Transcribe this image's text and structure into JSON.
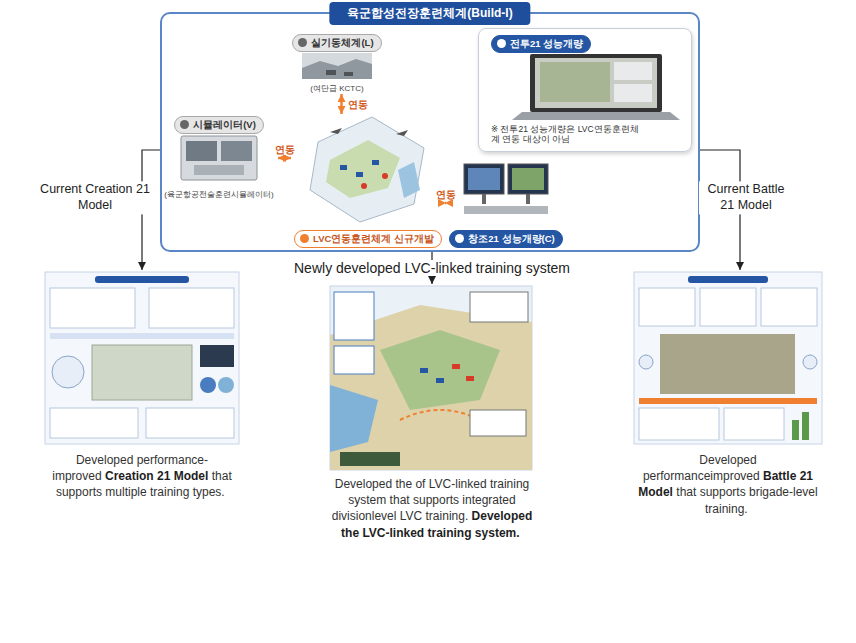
{
  "diagram": {
    "nodes": [
      {
        "text": [
          "육군합성전장훈련체계(Build-I)"
        ]
      },
      {
        "text": [
          "실기동체계(L)",
          "(여단급 KCTC)"
        ],
        "in": 0
      },
      {
        "text": [
          "시뮬레이터(V)",
          "(육군항공전술훈련시뮬레이터)"
        ],
        "in": 0
      },
      {
        "text": [
          "LVC연동훈련체계 신규개발"
        ],
        "in": 0
      },
      {
        "text": [
          "창조21 성능개량(C)"
        ],
        "in": 0
      },
      {
        "text": [
          "전투21 성능개량",
          "※ 전투21 성능개량은 LVC연동훈련체계 연동 대상이 아님"
        ],
        "in": 0
      },
      {
        "text": [
          "Developed performance-improved",
          "Creation 21 Model",
          "that supports multiple training types."
        ]
      },
      {
        "text": [
          "Developed the of LVC-linked training system that supports integrated divisionlevel LVC training.",
          "Developed the LVC-linked training system."
        ]
      },
      {
        "text": [
          "Developed performanceimproved",
          "Battle 21 Model",
          "that supports brigade-level training."
        ]
      }
    ],
    "edges": [
      {
        "from": 1,
        "to": 3,
        "arrow": "both",
        "label": "연동"
      },
      {
        "from": 2,
        "to": 3,
        "arrow": "both",
        "label": "연동"
      },
      {
        "from": 3,
        "to": 4,
        "arrow": "both",
        "label": "연동"
      },
      {
        "from": 0,
        "to": 6,
        "arrow": "to",
        "label": "Current Creation 21 Model"
      },
      {
        "from": 0,
        "to": 7,
        "arrow": "to",
        "label": "Newly developed LVC-linked training system"
      },
      {
        "from": 0,
        "to": 8,
        "arrow": "to",
        "label": "Current Battle 21 Model"
      }
    ]
  }
}
